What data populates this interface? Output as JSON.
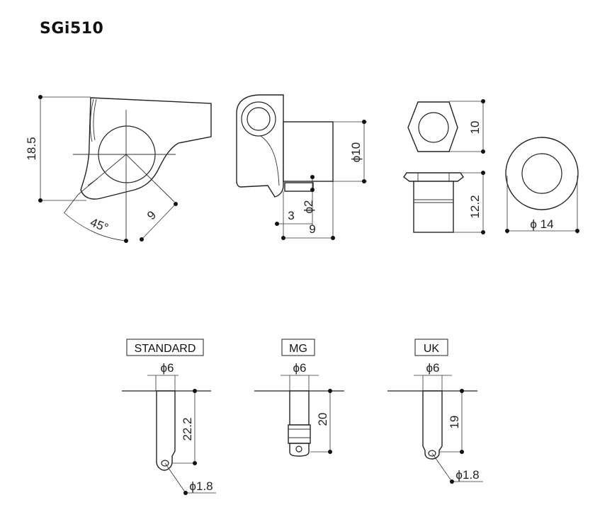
{
  "title": "SGi510",
  "dimensions": {
    "side_height": "18.5",
    "side_angle": "45°",
    "side_radius": "9",
    "front_diameter": "ϕ10",
    "front_pin_diameter": "ϕ2",
    "front_pin_offset": "3",
    "front_depth": "9",
    "nut_width": "10",
    "bushing_height": "12.2",
    "washer_diameter": "ϕ 14"
  },
  "posts": [
    {
      "label": "STANDARD",
      "diameter": "ϕ6",
      "length": "22.2",
      "hole": "ϕ1.8"
    },
    {
      "label": "MG",
      "diameter": "ϕ6",
      "length": "20"
    },
    {
      "label": "UK",
      "diameter": "ϕ6",
      "length": "19",
      "hole": "ϕ1.8"
    }
  ]
}
